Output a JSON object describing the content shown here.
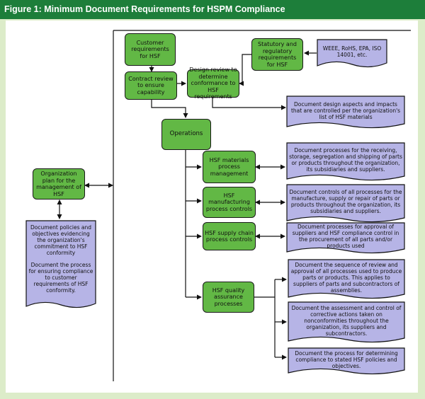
{
  "title": "Figure 1: Minimum Document Requirements for HSPM Compliance",
  "colors": {
    "title_bar": "#1d7e3a",
    "background": "#dcecc9",
    "process_box": "#62b845",
    "document_box": "#b6b4e6"
  },
  "nodes": {
    "customer_req": "Customer requirements for HSF",
    "contract_review": "Contract review to ensure capability",
    "design_review": "Design review to determine conformance to HSF requirements",
    "statutory": "Statutory and regulatory requirements for HSF",
    "weee": "WEEE, RoHS, EPA, ISO 14001, etc.",
    "operations": "Operations",
    "materials": "HSF materials process management",
    "manufacturing": "HSF manufacturing process controls",
    "supply_chain": "HSF supply chain process controls",
    "quality": "HSF quality assurance processes",
    "org_plan": "Organization plan for the management of HSF"
  },
  "documents": {
    "design_aspects": "Document design aspects and impacts that are controlled per the organization's list of HSF materials",
    "materials_doc": "Document processes for the receiving, storage, segregation and shipping of parts or products throughout the organization, its subsidiaries and suppliers.",
    "manufacturing_doc": "Document controls of all processes for the manufacture, supply or repair of parts or products throughout the organization, its subsidiaries and suppliers.",
    "supply_doc": "Document processes for approval of suppliers and HSF compliance control in the procurement of all parts and/or products used",
    "quality_doc1": "Document the sequence of review and approval of all processes used to produce parts or products. This applies to suppliers of parts and subcontractors of assemblies.",
    "quality_doc2": "Document the assessment and control of corrective actions taken on nonconformities throughout the organization, its suppliers and subcontractors.",
    "quality_doc3": "Document the process for determining compliance to stated HSF policies and objectives.",
    "policies": "Document policies and objectives evidencing the organization's commitment to HSF conformity",
    "compliance_process": "Document the process for ensuring compliance to customer requirements of HSF conformity."
  }
}
